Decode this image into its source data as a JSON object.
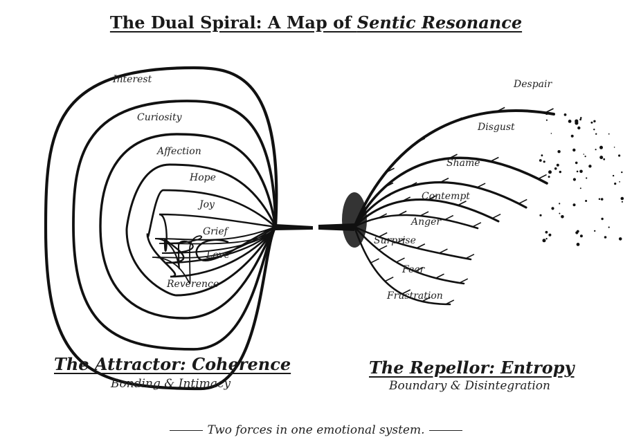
{
  "title": {
    "prefix": "The Dual Spiral: A Map of ",
    "emphasis": "Sentic Resonance"
  },
  "attractor": {
    "heading": "The Attractor: Coherence",
    "subheading": "Bonding & Intimacy",
    "emotions": [
      "Interest",
      "Curiosity",
      "Affection",
      "Hope",
      "Joy",
      "Grief",
      "Love",
      "Reverence"
    ]
  },
  "repellor": {
    "heading": "The Repellor: Entropy",
    "subheading": "Boundary & Disintegration",
    "emotions": [
      "Despair",
      "Disgust",
      "Shame",
      "Contempt",
      "Anger",
      "Surprise",
      "Fear",
      "Frustration"
    ]
  },
  "footer": "Two forces in one emotional system.",
  "colors": {
    "ink": "#111111",
    "background": "#ffffff"
  }
}
